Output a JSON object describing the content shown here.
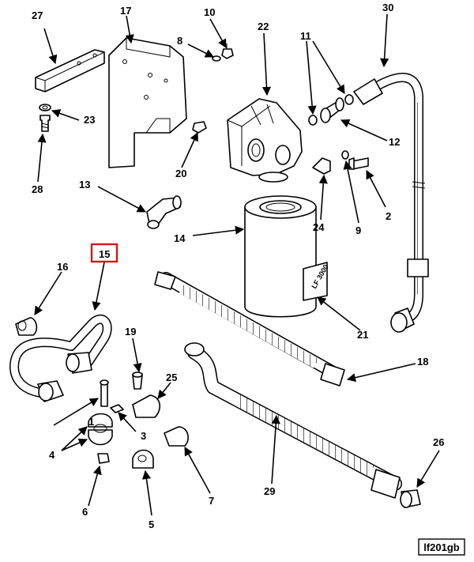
{
  "diagram": {
    "figure_id": "lf201gb",
    "highlighted_callout": "15",
    "filter_label": "LF 3000",
    "callouts": [
      "1",
      "2",
      "3",
      "4",
      "5",
      "6",
      "7",
      "8",
      "9",
      "10",
      "11",
      "12",
      "13",
      "14",
      "15",
      "16",
      "17",
      "18",
      "19",
      "20",
      "21",
      "22",
      "23",
      "24",
      "25",
      "26",
      "27",
      "28",
      "29",
      "30"
    ]
  }
}
